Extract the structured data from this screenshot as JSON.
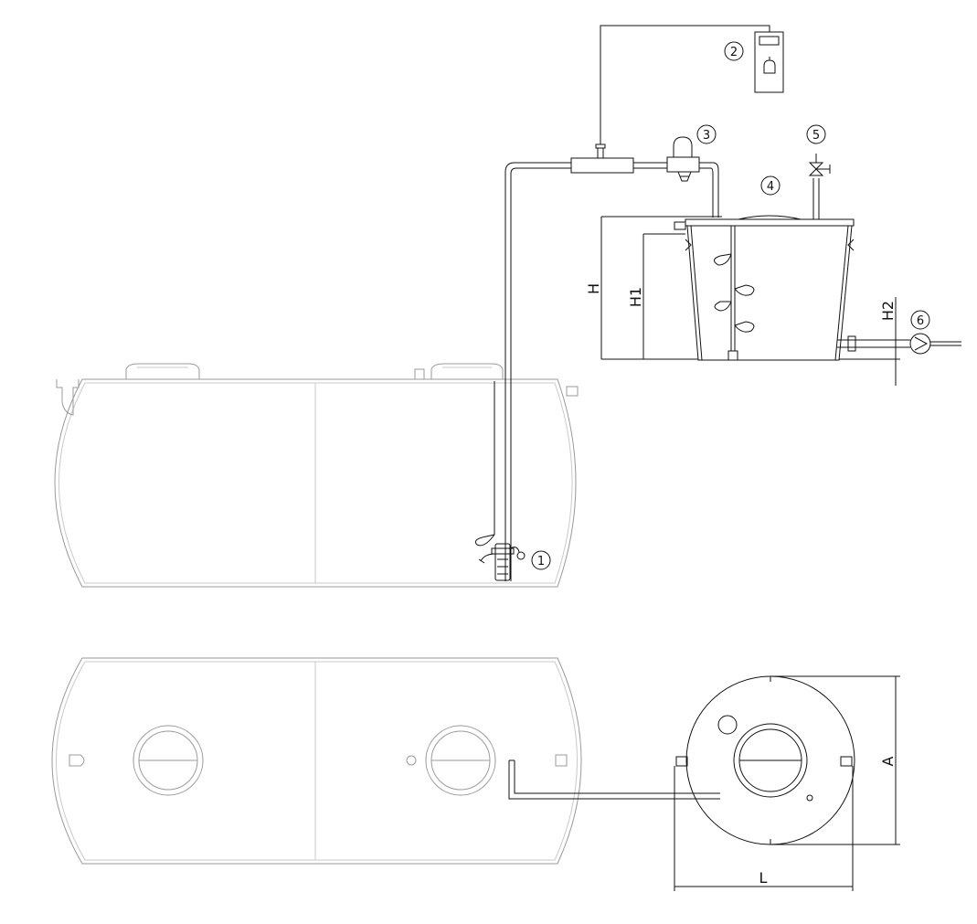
{
  "callouts": {
    "pump": "1",
    "controller": "2",
    "float_valve": "3",
    "day_tank": "4",
    "vent_valve": "5",
    "outlet_pump": "6"
  },
  "dimensions": {
    "height_total": "H",
    "height_level": "H1",
    "height_outlet": "H2",
    "diameter": "A",
    "length": "L"
  },
  "colors": {
    "line_dark": "#111111",
    "line_light": "#9a9a9a",
    "line_faint": "#c9c9c9"
  }
}
